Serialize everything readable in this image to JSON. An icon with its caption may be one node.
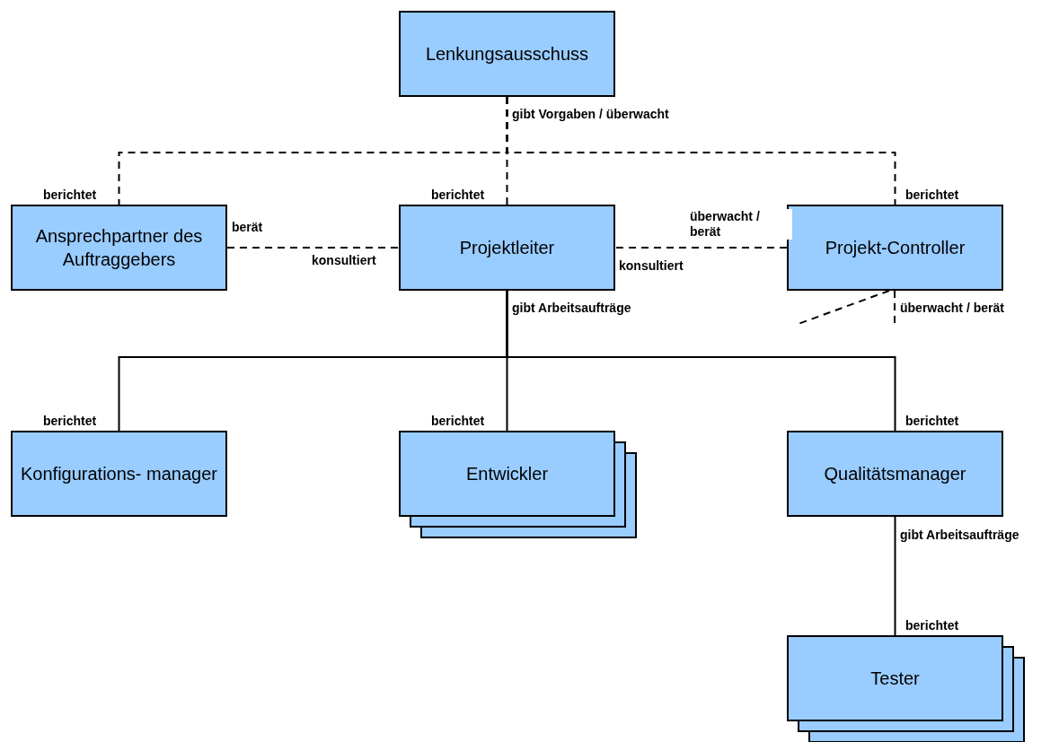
{
  "diagram": {
    "nodes": [
      {
        "text": [
          "Lenkungsausschuss"
        ]
      },
      {
        "text": [
          "Ansprechpartner des Auftraggebers"
        ]
      },
      {
        "text": [
          "Projektleiter"
        ]
      },
      {
        "text": [
          "Projekt-Controller"
        ]
      },
      {
        "text": [
          "Konfigurations- manager"
        ]
      },
      {
        "text": [
          "Entwickler"
        ]
      },
      {
        "text": [
          "Qualitätsmanager"
        ]
      },
      {
        "text": [
          "Tester"
        ]
      }
    ],
    "edges": [
      {
        "from": 0,
        "to": 1,
        "arrow": "none",
        "style": "dashed",
        "label": "berichtet"
      },
      {
        "from": 0,
        "to": 2,
        "arrow": "none",
        "style": "dashed",
        "label": "berichtet"
      },
      {
        "from": 0,
        "to": 3,
        "arrow": "none",
        "style": "dashed",
        "label": "berichtet"
      },
      {
        "from": 1,
        "to": 2,
        "arrow": "none",
        "style": "dashed",
        "label": "konsultiert"
      },
      {
        "from": 3,
        "to": 2,
        "arrow": "none",
        "style": "dashed",
        "label": "konsultiert"
      },
      {
        "from": 3,
        "to": null,
        "arrow": "none",
        "style": "dashed",
        "label": "überwacht / berät"
      },
      {
        "from": 3,
        "to": null,
        "arrow": "none",
        "style": "dashed"
      },
      {
        "from": 2,
        "to": 4,
        "arrow": "none",
        "label": "berichtet"
      },
      {
        "from": 2,
        "to": 5,
        "arrow": "none",
        "label": "berichtet"
      },
      {
        "from": 2,
        "to": 6,
        "arrow": "none",
        "label": "berichtet"
      },
      {
        "from": 6,
        "to": 7,
        "arrow": "none",
        "label": "berichtet"
      }
    ],
    "labels": [
      "gibt Vorgaben / überwacht",
      "berät",
      "überwacht / berät",
      "gibt Arbeitsaufträge",
      "gibt Arbeitsaufträge"
    ]
  }
}
